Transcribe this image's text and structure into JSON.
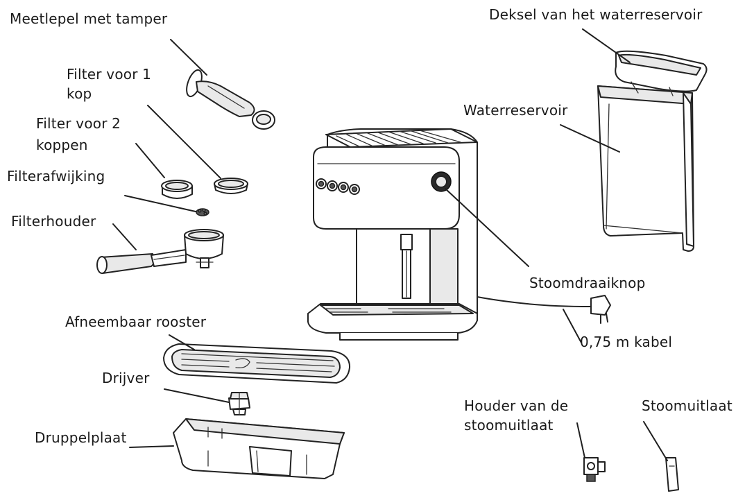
{
  "labels": {
    "measuring_spoon": "Meetlepel met tamper",
    "filter_1_line1": "Filter voor 1",
    "filter_1_line2": "kop",
    "filter_2_line1": "Filter voor 2",
    "filter_2_line2": "koppen",
    "filter_deviation": "Filterafwijking",
    "filter_holder": "Filterhouder",
    "removable_grid": "Afneembaar rooster",
    "float": "Drijver",
    "drip_tray": "Druppelplaat",
    "tank_lid": "Deksel van het waterreservoir",
    "water_tank": "Waterreservoir",
    "steam_knob": "Stoomdraaiknop",
    "cable": "0,75 m kabel",
    "steam_holder_line1": "Houder van de",
    "steam_holder_line2": "stoomuitlaat",
    "steam_outlet": "Stoomuitlaat"
  }
}
